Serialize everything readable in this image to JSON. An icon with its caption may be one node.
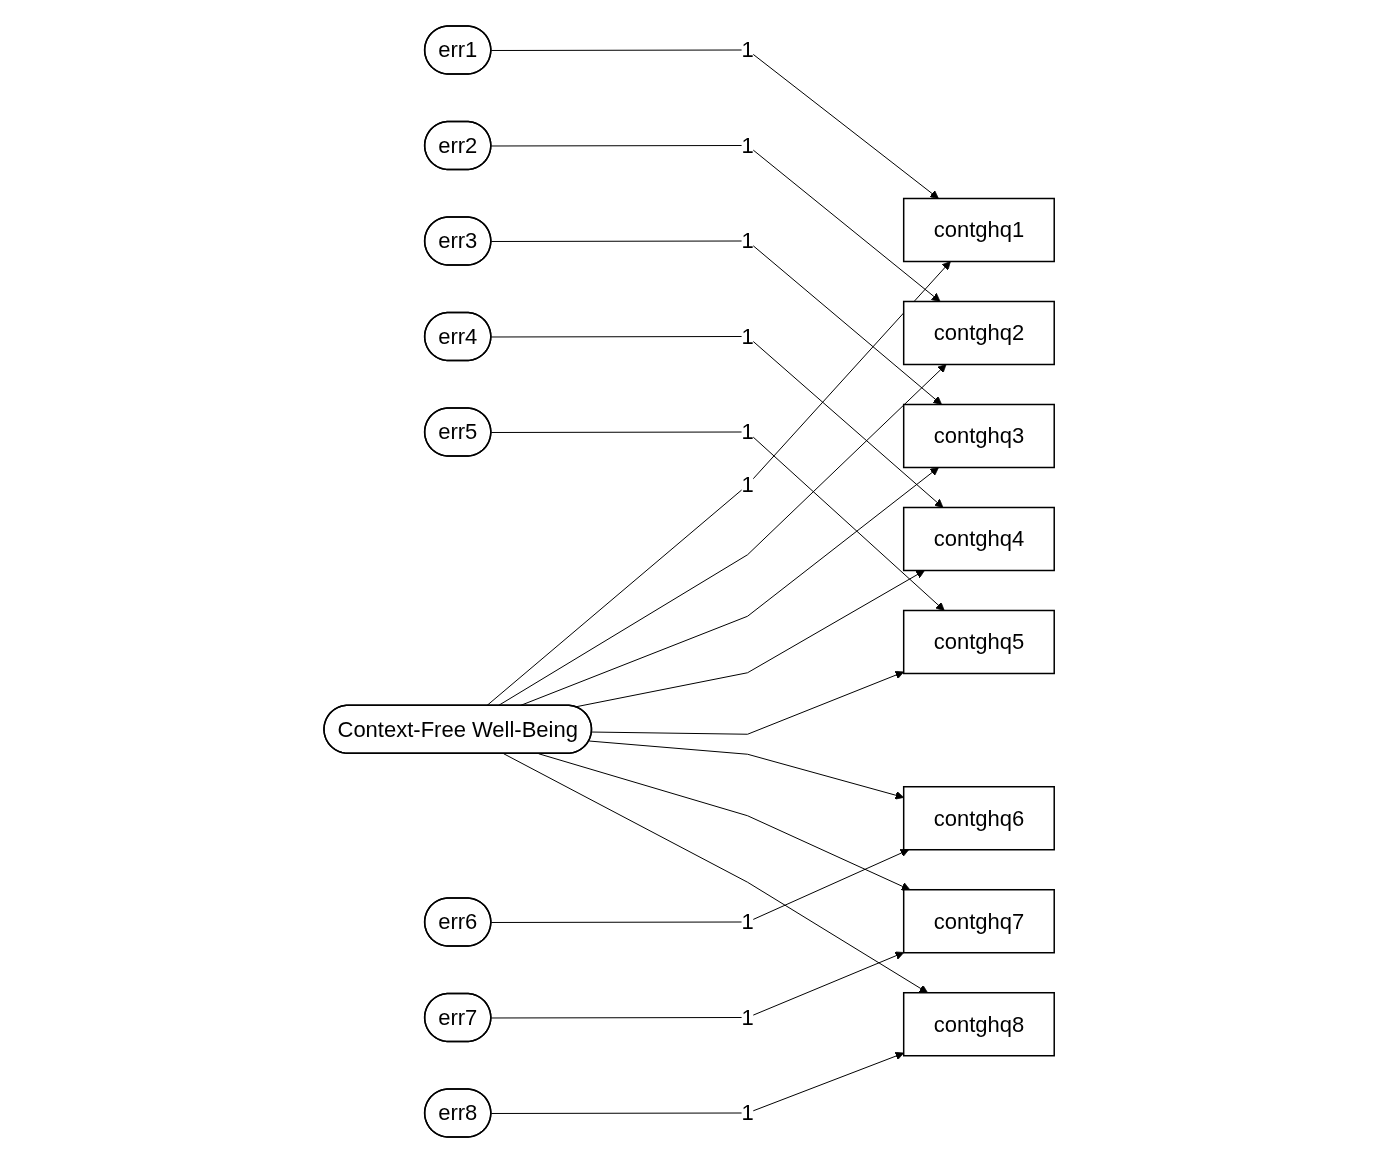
{
  "diagram": {
    "nodes": [
      {
        "text": [
          "err1"
        ]
      },
      {
        "text": [
          "contghq1"
        ]
      },
      {
        "text": [
          "err2"
        ]
      },
      {
        "text": [
          "contghq2"
        ]
      },
      {
        "text": [
          "err3"
        ]
      },
      {
        "text": [
          "contghq3"
        ]
      },
      {
        "text": [
          "err4"
        ]
      },
      {
        "text": [
          "contghq4"
        ]
      },
      {
        "text": [
          "err5"
        ]
      },
      {
        "text": [
          "contghq5"
        ]
      },
      {
        "text": [
          "err6"
        ]
      },
      {
        "text": [
          "contghq6"
        ]
      },
      {
        "text": [
          "err7"
        ]
      },
      {
        "text": [
          "contghq7"
        ]
      },
      {
        "text": [
          "err8"
        ]
      },
      {
        "text": [
          "contghq8"
        ]
      },
      {
        "text": [
          "Context-Free Well-Being"
        ]
      }
    ],
    "edges": [
      {
        "from": 0,
        "to": 1,
        "arrow": "to",
        "label": "1"
      },
      {
        "from": 2,
        "to": 3,
        "arrow": "to",
        "label": "1"
      },
      {
        "from": 4,
        "to": 5,
        "arrow": "to",
        "label": "1"
      },
      {
        "from": 6,
        "to": 7,
        "arrow": "to",
        "label": "1"
      },
      {
        "from": 8,
        "to": 9,
        "arrow": "to",
        "label": "1"
      },
      {
        "from": 10,
        "to": 11,
        "arrow": "to",
        "label": "1"
      },
      {
        "from": 12,
        "to": 13,
        "arrow": "to",
        "label": "1"
      },
      {
        "from": 14,
        "to": 15,
        "arrow": "to",
        "label": "1"
      },
      {
        "from": 16,
        "to": 1,
        "arrow": "to",
        "label": "1"
      },
      {
        "from": 16,
        "to": 3,
        "arrow": "to"
      },
      {
        "from": 16,
        "to": 5,
        "arrow": "to"
      },
      {
        "from": 16,
        "to": 7,
        "arrow": "to"
      },
      {
        "from": 16,
        "to": 9,
        "arrow": "to"
      },
      {
        "from": 16,
        "to": 11,
        "arrow": "to"
      },
      {
        "from": 16,
        "to": 13,
        "arrow": "to"
      },
      {
        "from": 16,
        "to": 15,
        "arrow": "to"
      }
    ]
  }
}
